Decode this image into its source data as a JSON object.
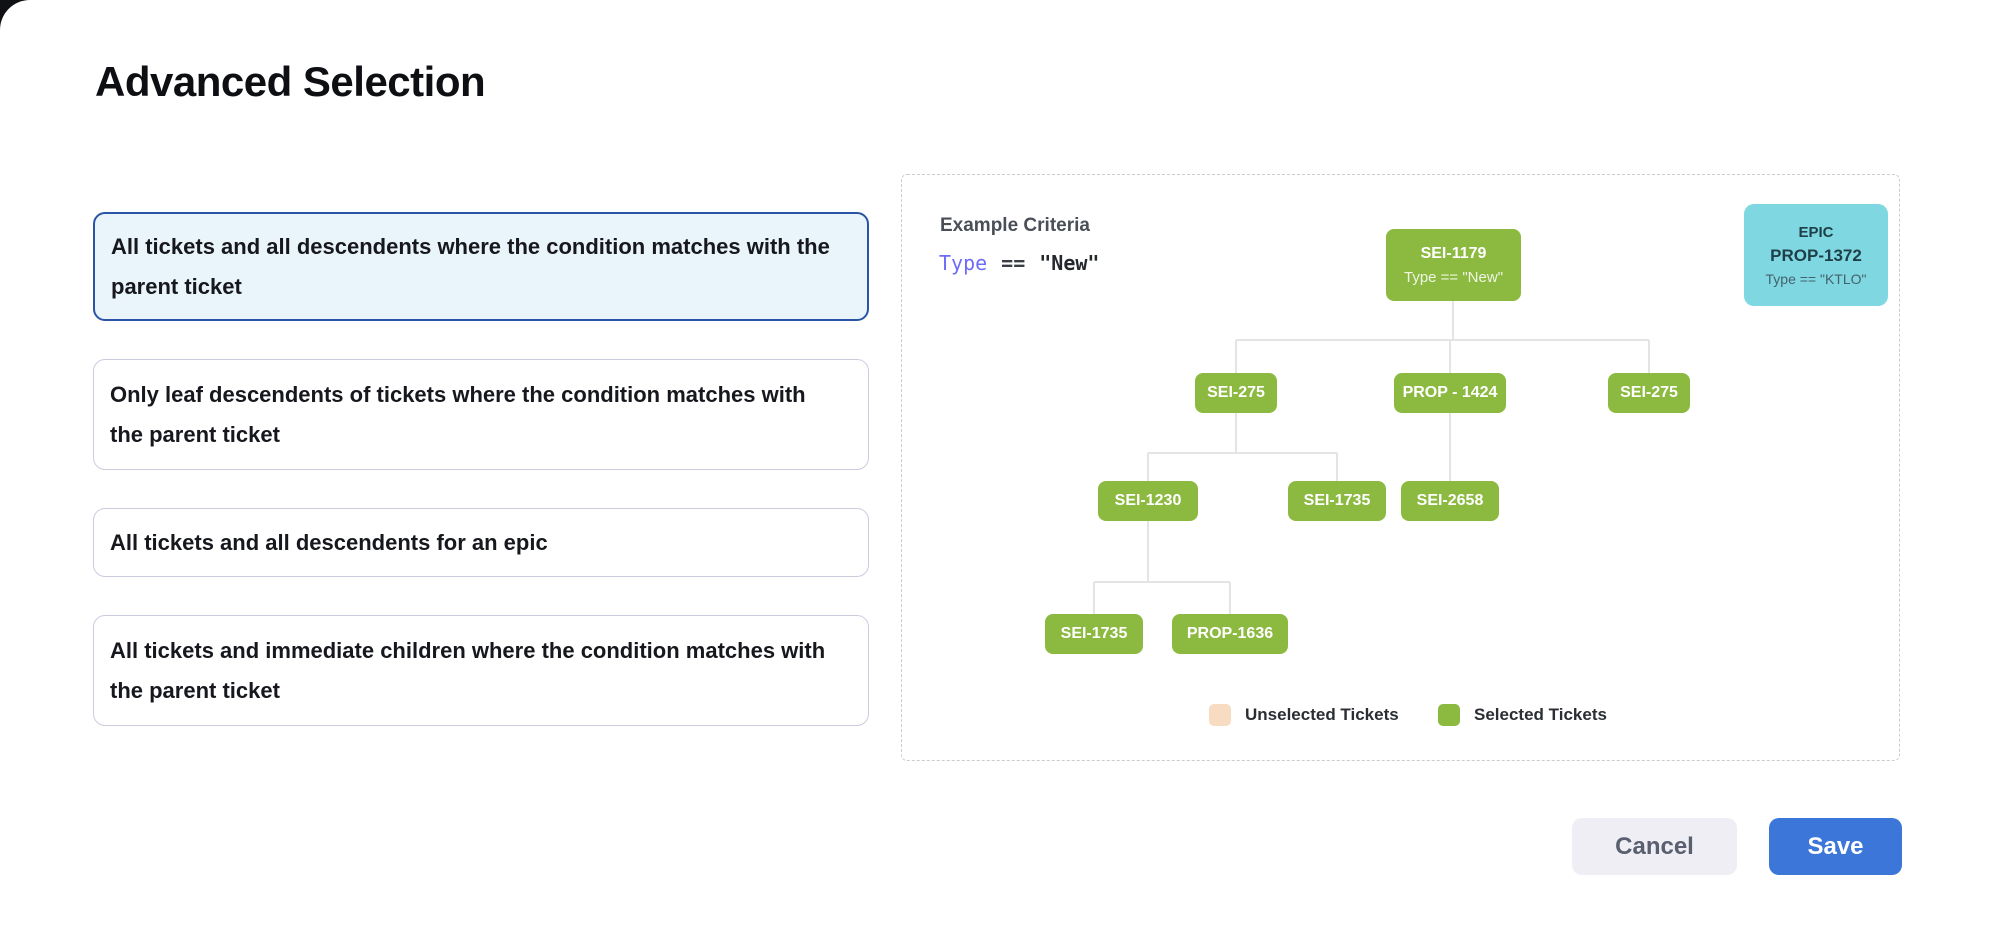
{
  "page": {
    "title": "Advanced Selection"
  },
  "options": [
    {
      "label": "All tickets and all descendents where the condition matches with the parent ticket",
      "selected": true
    },
    {
      "label": "Only leaf descendents of tickets where the condition matches with the parent ticket",
      "selected": false
    },
    {
      "label": "All tickets and all descendents for an epic",
      "selected": false
    },
    {
      "label": "All tickets and immediate children where the condition matches with the parent ticket",
      "selected": false
    }
  ],
  "example_panel": {
    "heading": "Example Criteria",
    "criteria": {
      "field": "Type",
      "operator": "==",
      "value": "\"New\""
    },
    "tree": {
      "nodes": [
        {
          "label": "SEI-1179",
          "sublabel": "Type == \"New\""
        },
        {
          "label": "SEI-275"
        },
        {
          "label": "PROP - 1424"
        },
        {
          "label": "SEI-275"
        },
        {
          "label": "SEI-1230"
        },
        {
          "label": "SEI-1735"
        },
        {
          "label": "SEI-2658"
        },
        {
          "label": "SEI-1735"
        },
        {
          "label": "PROP-1636"
        }
      ]
    },
    "epic_card": {
      "line1": "EPIC",
      "line2": "PROP-1372",
      "line3": "Type == \"KTLO\""
    },
    "legend": [
      {
        "label": "Unselected Tickets",
        "color": "#f8dcc2"
      },
      {
        "label": "Selected Tickets",
        "color": "#8cba40"
      }
    ]
  },
  "footer": {
    "cancel_label": "Cancel",
    "save_label": "Save"
  },
  "colors": {
    "selected_node_green": "#8cba40",
    "unselected_peach": "#f8dcc2",
    "epic_cyan": "#7fd7e2",
    "selected_option_border": "#2a54a5",
    "selected_option_bg": "#eaf4fb",
    "save_button_blue": "#3b76d8",
    "criteria_field_purple": "#6e6cf6",
    "connector_gray": "#e4e4e4"
  }
}
